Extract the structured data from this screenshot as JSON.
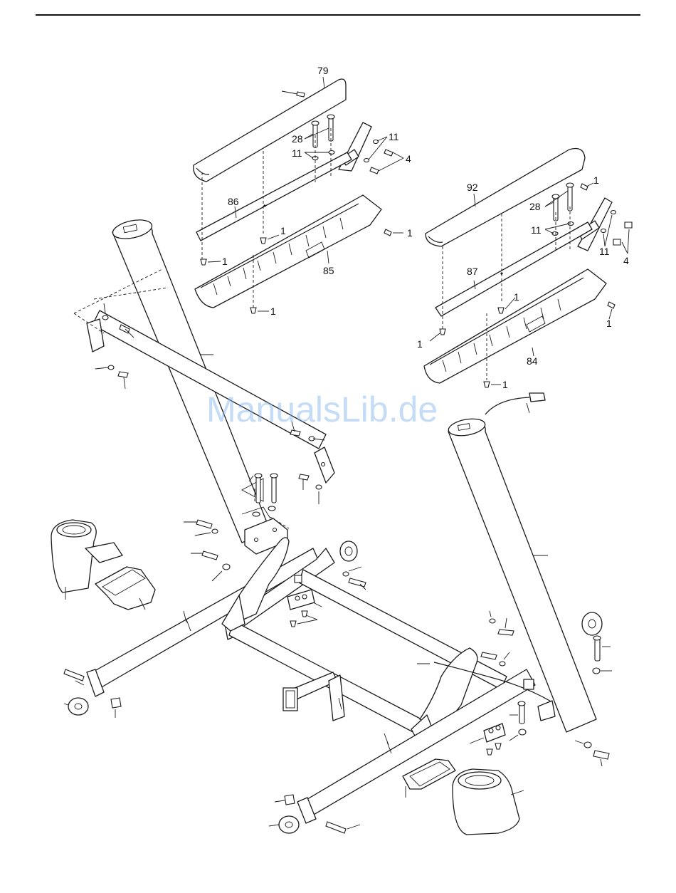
{
  "watermark": "ManualsLib.de",
  "colors": {
    "ink": "#1a1a1a",
    "watermark": "#7fb2ec",
    "background": "#ffffff"
  },
  "labels": {
    "p79": "79",
    "p28a": "28",
    "p11a": "11",
    "p11b": "11",
    "p4a": "4",
    "p86": "86",
    "p1a": "1",
    "p1b": "1",
    "p1c": "1",
    "p1d": "1",
    "p85": "85",
    "p92": "92",
    "p1e": "1",
    "p28b": "28",
    "p11c": "11",
    "p11d": "11",
    "p4b": "4",
    "p87": "87",
    "p1f": "1",
    "p1g": "1",
    "p1h": "1",
    "p84": "84",
    "p1i": "1"
  }
}
